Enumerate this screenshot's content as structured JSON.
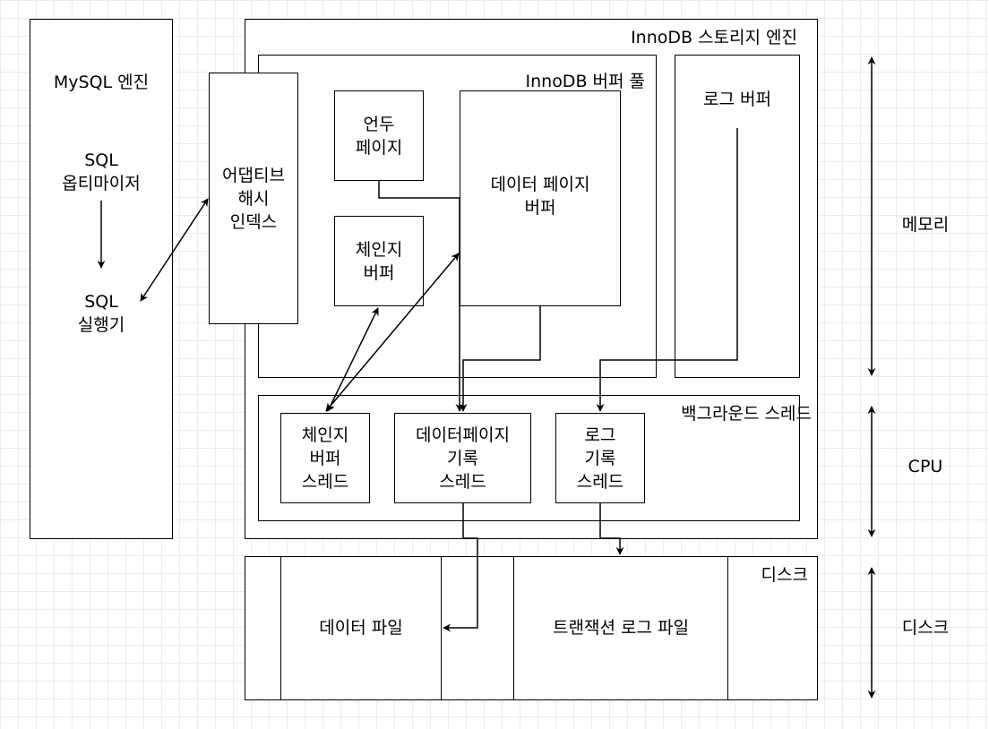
{
  "mysql_engine": {
    "title": "MySQL 엔진",
    "optimizer": "SQL\n옵티마이저",
    "executor": "SQL\n실행기"
  },
  "innodb": {
    "title": "InnoDB 스토리지 엔진",
    "buffer_pool": {
      "title": "InnoDB 버퍼 풀",
      "undo_page": "언두\n페이지",
      "change_buffer": "체인지\n버퍼",
      "data_page_buffer": "데이터 페이지\n버퍼"
    },
    "adaptive_hash_index": "어댑티브\n해시\n인덱스",
    "log_buffer": "로그 버퍼",
    "background_threads": {
      "title": "백그라운드 스레드",
      "change_buffer_thread": "체인지\n버퍼\n스레드",
      "data_page_write_thread": "데이터페이지\n기록\n스레드",
      "log_write_thread": "로그\n기록\n스레드"
    }
  },
  "disk": {
    "title": "디스크",
    "data_file": "데이터 파일",
    "transaction_log_file": "트랜잭션 로그 파일"
  },
  "layers": {
    "memory": "메모리",
    "cpu": "CPU",
    "disk": "디스크"
  }
}
